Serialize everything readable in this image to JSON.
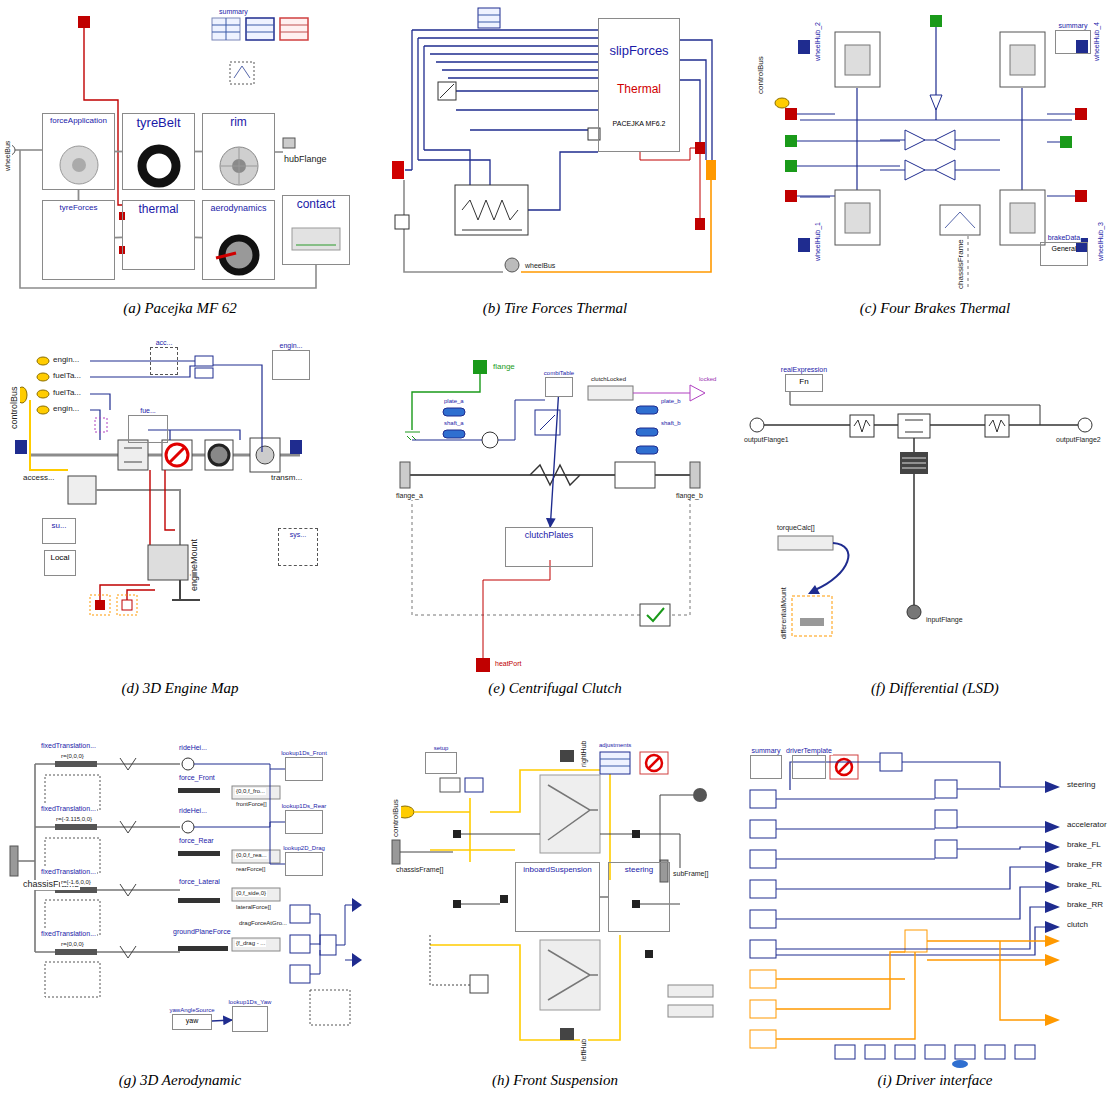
{
  "diagram": {
    "nodes": [
      {
        "text": [
          "forceApplication"
        ]
      },
      {
        "text": [
          "tyreBelt"
        ]
      },
      {
        "text": [
          "rim"
        ]
      },
      {
        "text": [
          "tyreForces"
        ]
      },
      {
        "text": [
          "thermal"
        ]
      },
      {
        "text": [
          "aerodynamics"
        ]
      },
      {
        "text": [
          "contact"
        ]
      },
      {
        "text": [
          "slipForces",
          "Thermal",
          "PACEJKA MF6.2"
        ]
      },
      {
        "text": [
          "summary"
        ]
      },
      {
        "text": [
          "brakeData",
          "General"
        ]
      },
      {
        "text": [
          "acc..."
        ]
      },
      {
        "text": [
          "engin..."
        ]
      },
      {
        "text": [
          "fue..."
        ]
      },
      {
        "text": [
          "su..."
        ]
      },
      {
        "text": [
          "Local"
        ]
      },
      {
        "text": [
          "sys..."
        ]
      },
      {
        "text": [
          "clutchPlates"
        ]
      },
      {
        "text": [
          "combiTable"
        ]
      },
      {
        "text": [
          "realExpression",
          "Fn"
        ]
      },
      {
        "text": [
          "lookup1Ds_Front"
        ]
      },
      {
        "text": [
          "lookup1Ds_Rear"
        ]
      },
      {
        "text": [
          "lookup2D_Drag"
        ]
      },
      {
        "text": [
          "yawAngleSource",
          "yaw"
        ]
      },
      {
        "text": [
          "lookup1Ds_Yaw"
        ]
      },
      {
        "text": [
          "inboardSuspension"
        ]
      },
      {
        "text": [
          "steering"
        ]
      },
      {
        "text": [
          "setup"
        ]
      },
      {
        "text": [
          "summary"
        ]
      },
      {
        "text": [
          "driverTemplate"
        ]
      }
    ],
    "edges": [
      {
        "from": 0,
        "to": 1,
        "arrow": "none"
      },
      {
        "from": 1,
        "to": 2,
        "arrow": "none"
      },
      {
        "from": 3,
        "to": 4,
        "arrow": "none"
      },
      {
        "from": 4,
        "to": 5,
        "arrow": "none"
      },
      {
        "from": 0,
        "to": 3,
        "arrow": "none"
      },
      {
        "from": 17,
        "to": 16,
        "arrow": "to"
      },
      {
        "from": 22,
        "to": 23,
        "arrow": "to"
      },
      {
        "from": 24,
        "to": 25,
        "arrow": "none"
      }
    ],
    "labels": [
      "summary",
      "hubFlange",
      "wheelBus",
      "wheelBus",
      "controlBus",
      "wheelHub_2",
      "wheelHub_4",
      "wheelHub_1",
      "wheelHub_3",
      "chassisFrame",
      "controlBus",
      "engin...",
      "fuelTa...",
      "fuelTa...",
      "engin...",
      "access...",
      "transm...",
      "engineMount",
      "flange",
      "clutchLocked",
      "locked",
      "plate_a",
      "shaft_a",
      "plate_b",
      "shaft_b",
      "flange_a",
      "flange_b",
      "heatPort",
      "outputFlange1",
      "outputFlange2",
      "torqueCalc[]",
      "differentialMount",
      "inputFlange",
      "chassisFrame",
      "fixedTranslation...",
      "r={0,0,0}",
      "fixedTranslation...",
      "r={-3.115,0,0}",
      "fixedTranslation...",
      "r={-1.6,0,0}",
      "fixedTranslation...",
      "r={0,0,0}",
      "rideHei...",
      "force_Front",
      "rideHei...",
      "force_Rear",
      "force_Lateral",
      "groundPlaneForce",
      "{0,0,f_fro...",
      "frontForce[]",
      "{0,0,f_rea...",
      "rearForce[]",
      "{0,f_side,0}",
      "lateralForce[]",
      "{f_drag - ...",
      "dragForceAtGro...",
      "controlBus",
      "chassisFrame[]",
      "subFrame[]",
      "rightHub",
      "leftHub",
      "adjustments",
      "steering",
      "accelerator",
      "brake_FL",
      "brake_FR",
      "brake_RL",
      "brake_RR",
      "clutch",
      "(a) Pacejka MF 62",
      "(b) Tire Forces Thermal",
      "(c) Four Brakes Thermal",
      "(d) 3D Engine Map",
      "(e) Centrifugal Clutch",
      "(f) Differential (LSD)",
      "(g) 3D Aerodynamic",
      "(h) Front Suspension",
      "(i) Driver interface"
    ]
  }
}
